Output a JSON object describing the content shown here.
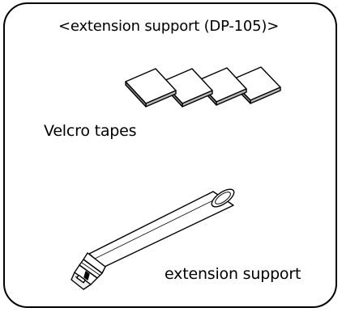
{
  "diagram": {
    "title": "<extension support (DP-105)>",
    "velcro_label": "Velcro tapes",
    "extension_label": "extension support"
  },
  "colors": {
    "stroke": "#000000",
    "background": "#ffffff"
  }
}
